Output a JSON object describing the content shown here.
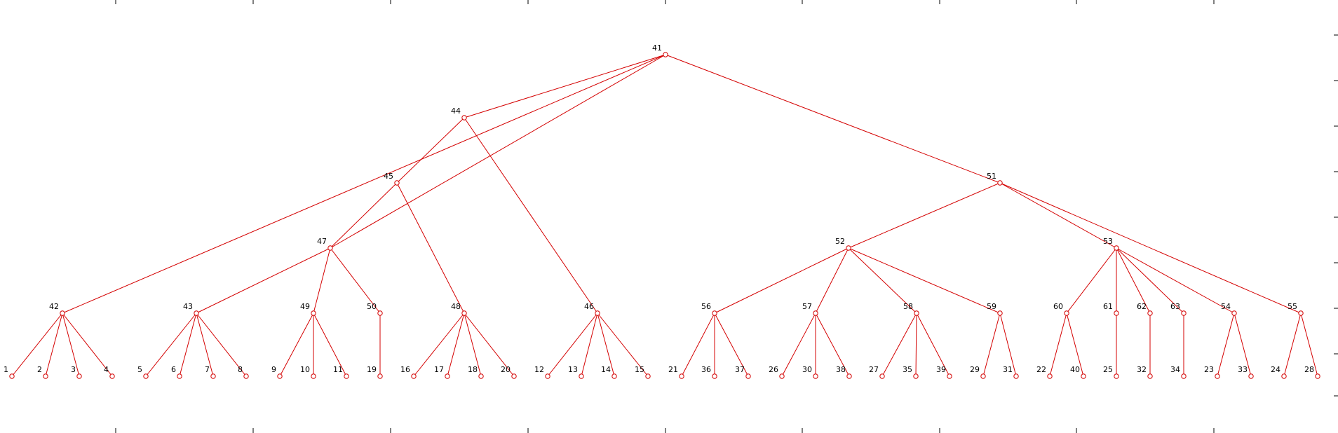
{
  "colors": {
    "edge": "#d40000",
    "node": "#d40000",
    "label": "#000000",
    "tick": "#000000",
    "background": "#ffffff"
  },
  "tree": {
    "root": "41",
    "edges": [
      [
        "41",
        "44"
      ],
      [
        "41",
        "51"
      ],
      [
        "41",
        "42"
      ],
      [
        "41",
        "47"
      ],
      [
        "44",
        "45"
      ],
      [
        "44",
        "46"
      ],
      [
        "45",
        "47"
      ],
      [
        "45",
        "48"
      ],
      [
        "47",
        "43"
      ],
      [
        "47",
        "49"
      ],
      [
        "47",
        "50"
      ],
      [
        "51",
        "52"
      ],
      [
        "51",
        "53"
      ],
      [
        "51",
        "55"
      ],
      [
        "52",
        "56"
      ],
      [
        "52",
        "57"
      ],
      [
        "52",
        "58"
      ],
      [
        "52",
        "59"
      ],
      [
        "53",
        "60"
      ],
      [
        "53",
        "61"
      ],
      [
        "53",
        "62"
      ],
      [
        "53",
        "63"
      ],
      [
        "53",
        "54"
      ],
      [
        "42",
        "1"
      ],
      [
        "42",
        "2"
      ],
      [
        "42",
        "3"
      ],
      [
        "42",
        "4"
      ],
      [
        "43",
        "5"
      ],
      [
        "43",
        "6"
      ],
      [
        "43",
        "7"
      ],
      [
        "43",
        "8"
      ],
      [
        "49",
        "9"
      ],
      [
        "49",
        "10"
      ],
      [
        "49",
        "11"
      ],
      [
        "50",
        "19"
      ],
      [
        "48",
        "16"
      ],
      [
        "48",
        "17"
      ],
      [
        "48",
        "18"
      ],
      [
        "48",
        "20"
      ],
      [
        "46",
        "12"
      ],
      [
        "46",
        "13"
      ],
      [
        "46",
        "14"
      ],
      [
        "46",
        "15"
      ],
      [
        "56",
        "21"
      ],
      [
        "56",
        "36"
      ],
      [
        "56",
        "37"
      ],
      [
        "57",
        "26"
      ],
      [
        "57",
        "30"
      ],
      [
        "57",
        "38"
      ],
      [
        "58",
        "27"
      ],
      [
        "58",
        "35"
      ],
      [
        "58",
        "39"
      ],
      [
        "59",
        "29"
      ],
      [
        "59",
        "31"
      ],
      [
        "60",
        "22"
      ],
      [
        "60",
        "40"
      ],
      [
        "61",
        "25"
      ],
      [
        "62",
        "32"
      ],
      [
        "63",
        "34"
      ],
      [
        "54",
        "23"
      ],
      [
        "54",
        "33"
      ],
      [
        "55",
        "24"
      ],
      [
        "55",
        "28"
      ]
    ]
  }
}
